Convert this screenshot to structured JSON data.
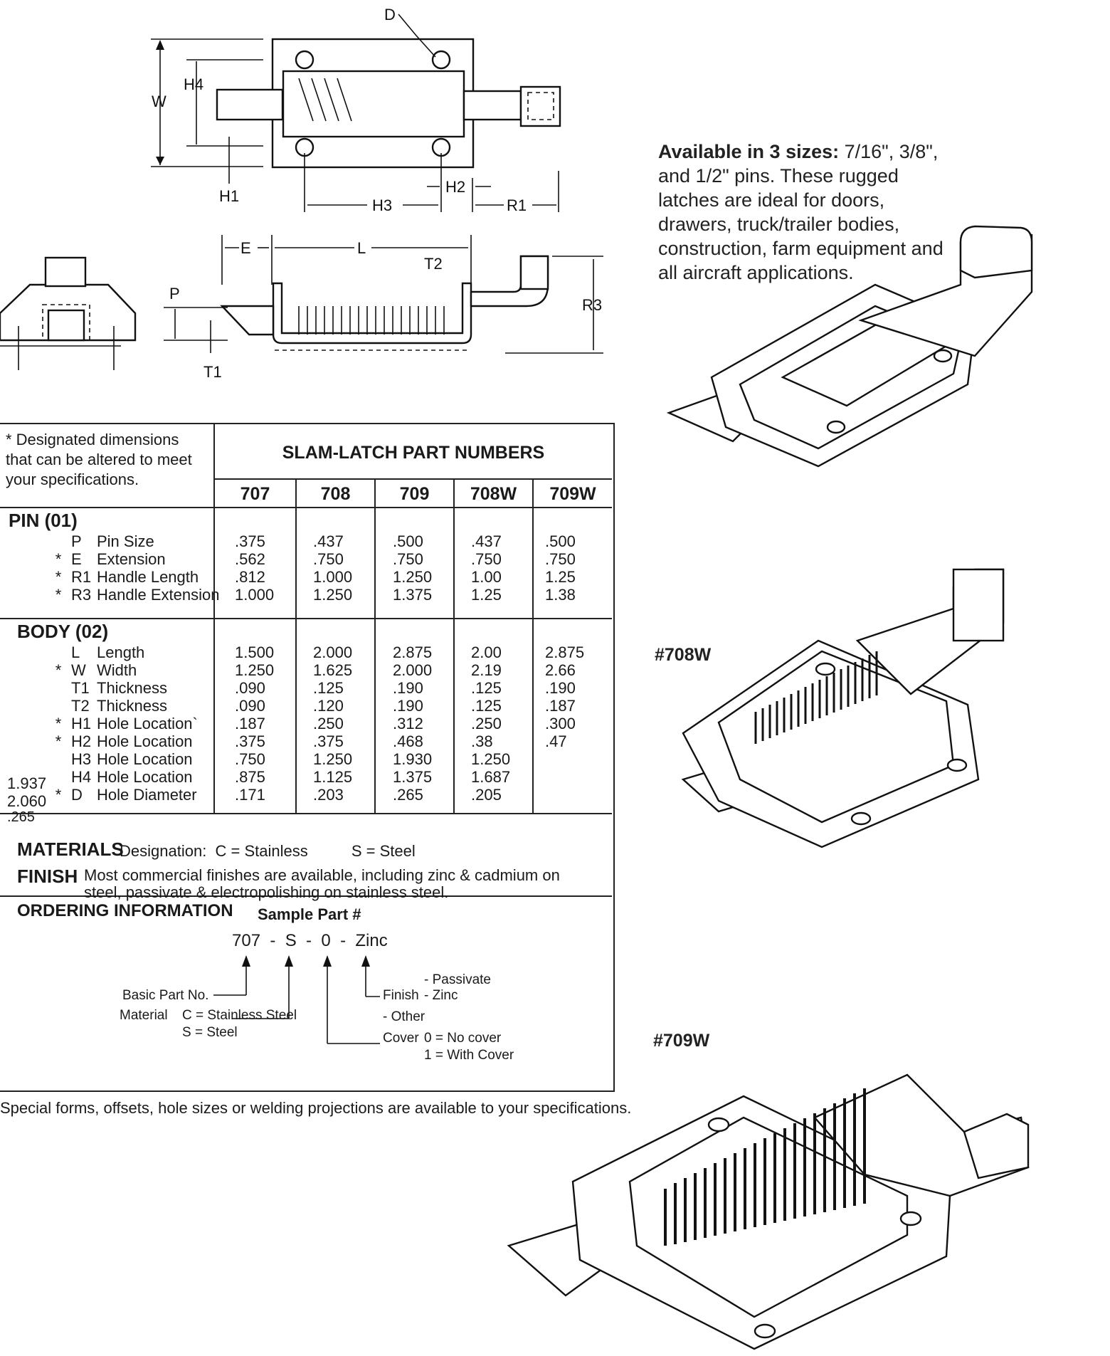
{
  "drawings": {
    "top_labels": {
      "w": "W",
      "h4": "H4",
      "h1": "H1",
      "h3": "H3",
      "h2": "H2",
      "r1": "R1",
      "d": "D"
    },
    "side_labels": {
      "e": "E",
      "l": "L",
      "t2": "T2",
      "p": "P",
      "r3": "R3",
      "t1": "T1"
    }
  },
  "intro": {
    "bold": "Available in 3 sizes:",
    "text": " 7/16\", 3/8\", and 1/2\" pins. These rugged latches are ideal for doors, drawers, truck/trailer bodies, construction, farm equipment and all aircraft applications."
  },
  "captions": {
    "w708": "#708W",
    "w709": "#709W"
  },
  "table": {
    "note": "* Designated dimensions that can be altered to meet your specifications.",
    "title": "SLAM-LATCH PART NUMBERS",
    "columns": [
      "707",
      "708",
      "709",
      "708W",
      "709W"
    ],
    "pin_title": "PIN (01)",
    "pin_rows": [
      {
        "star": "",
        "code": "P",
        "name": "Pin Size",
        "values": [
          ".375",
          ".437",
          ".500",
          ".437",
          ".500"
        ]
      },
      {
        "star": "*",
        "code": "E",
        "name": "Extension",
        "values": [
          ".562",
          ".750",
          ".750",
          ".750",
          ".750"
        ]
      },
      {
        "star": "*",
        "code": "R1",
        "name": "Handle Length",
        "values": [
          ".812",
          "1.000",
          "1.250",
          "1.00",
          "1.25"
        ]
      },
      {
        "star": "*",
        "code": "R3",
        "name": "Handle Extension",
        "values": [
          "1.000",
          "1.250",
          "1.375",
          "1.25",
          "1.38"
        ]
      }
    ],
    "body_title": "BODY (02)",
    "body_rows": [
      {
        "star": "",
        "code": "L",
        "name": "Length",
        "values": [
          "1.500",
          "2.000",
          "2.875",
          "2.00",
          "2.875"
        ]
      },
      {
        "star": "*",
        "code": "W",
        "name": " Width",
        "values": [
          "1.250",
          "1.625",
          "2.000",
          "2.19",
          "2.66"
        ]
      },
      {
        "star": "",
        "code": "T1",
        "name": "Thickness",
        "values": [
          ".090",
          ".125",
          ".190",
          ".125",
          ".190"
        ]
      },
      {
        "star": "",
        "code": "T2",
        "name": "Thickness",
        "values": [
          ".090",
          ".120",
          ".190",
          ".125",
          ".187"
        ]
      },
      {
        "star": "*",
        "code": "H1",
        "name": "Hole Location`",
        "values": [
          ".187",
          ".250",
          ".312",
          ".250",
          ".300"
        ]
      },
      {
        "star": "*",
        "code": "H2",
        "name": "Hole Location",
        "values": [
          ".375",
          ".375",
          ".468",
          ".38",
          ".47"
        ]
      },
      {
        "star": "",
        "code": "H3",
        "name": "Hole Location",
        "values": [
          ".750",
          "1.250",
          "1.930",
          "1.250",
          ""
        ]
      },
      {
        "star": "",
        "code": "H4",
        "name": "Hole Location",
        "values": [
          ".875",
          "1.125",
          "1.375",
          "1.687",
          ""
        ]
      },
      {
        "star": "*",
        "code": "D",
        "name": "Hole Diameter",
        "values": [
          ".171",
          ".203",
          ".265",
          ".205",
          ""
        ]
      }
    ],
    "stray_values": [
      "1.937",
      "2.060",
      ".265"
    ],
    "materials_title": "MATERIALS",
    "materials_text": "Designation:  C = Stainless          S = Steel",
    "finish_title": "FINISH",
    "finish_text": "Most commercial finishes are available, including zinc & cadmium on steel, passivate & electropolishing on stainless steel.",
    "ordering_title": "ORDERING INFORMATION",
    "sample_title": "Sample Part #",
    "sample_part": "707  -  S  -  0  -  Zinc",
    "basic_part": "Basic Part No.",
    "material_label": "Material",
    "material_c": "C = Stainless Steel",
    "material_s": "S = Steel",
    "finish_label": "Finish",
    "finish_passivate": "- Passivate",
    "finish_zinc": "- Zinc",
    "finish_other": "- Other",
    "cover_label": "Cover",
    "cover_0": "0 = No cover",
    "cover_1": "1 = With Cover"
  },
  "footer": "Special forms, offsets, hole sizes or welding projections are available to your specifications."
}
